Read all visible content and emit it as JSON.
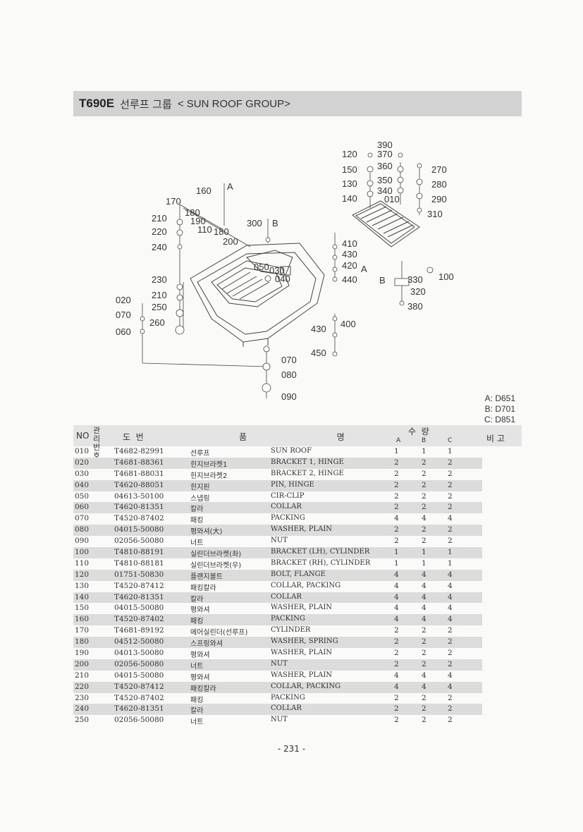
{
  "title": {
    "code": "T690E",
    "korean": "선루프 그룹",
    "english": "< SUN ROOF GROUP>"
  },
  "legend": [
    "A: D651",
    "B: D701",
    "C: D851"
  ],
  "header": {
    "no": "NO",
    "ref": "관리번호",
    "part_no": "도  번",
    "name": "품  명",
    "qty": "수  량",
    "a": "A",
    "b": "B",
    "c": "C",
    "remark": "비 고"
  },
  "callouts": [
    "390",
    "370",
    "360",
    "350",
    "340",
    "010",
    "120",
    "150",
    "130",
    "140",
    "270",
    "280",
    "290",
    "310",
    "160",
    "A",
    "170",
    "180",
    "190",
    "110",
    "180",
    "210",
    "220",
    "240",
    "300",
    "B",
    "200",
    "050",
    "030",
    "040",
    "410",
    "430",
    "420",
    "A",
    "440",
    "B",
    "330",
    "100",
    "320",
    "380",
    "230",
    "210",
    "250",
    "260",
    "020",
    "070",
    "060",
    "430",
    "400",
    "450",
    "070",
    "080",
    "090"
  ],
  "rows": [
    {
      "no": "010",
      "part": "T4682-82991",
      "kr": "선루프",
      "en": "SUN ROOF",
      "a": "1",
      "b": "1",
      "c": "1"
    },
    {
      "no": "020",
      "part": "T4681-88361",
      "kr": "힌지브라켓1",
      "en": "BRACKET 1, HINGE",
      "a": "2",
      "b": "2",
      "c": "2"
    },
    {
      "no": "030",
      "part": "T4681-88031",
      "kr": "힌지브라켓2",
      "en": "BRACKET 2, HINGE",
      "a": "2",
      "b": "2",
      "c": "2"
    },
    {
      "no": "040",
      "part": "T4620-88051",
      "kr": "힌지핀",
      "en": "PIN, HINGE",
      "a": "2",
      "b": "2",
      "c": "2"
    },
    {
      "no": "050",
      "part": "04613-50100",
      "kr": "스냅링",
      "en": "CIR-CLIP",
      "a": "2",
      "b": "2",
      "c": "2"
    },
    {
      "no": "060",
      "part": "T4620-81351",
      "kr": "칼라",
      "en": "COLLAR",
      "a": "2",
      "b": "2",
      "c": "2"
    },
    {
      "no": "070",
      "part": "T4520-87402",
      "kr": "패킹",
      "en": "PACKING",
      "a": "4",
      "b": "4",
      "c": "4"
    },
    {
      "no": "080",
      "part": "04015-50080",
      "kr": "평와셔(大)",
      "en": "WASHER, PLAIN",
      "a": "2",
      "b": "2",
      "c": "2"
    },
    {
      "no": "090",
      "part": "02056-50080",
      "kr": "너트",
      "en": "NUT",
      "a": "2",
      "b": "2",
      "c": "2"
    },
    {
      "no": "100",
      "part": "T4810-88191",
      "kr": "실린더브라켓(좌)",
      "en": "BRACKET (LH), CYLINDER",
      "a": "1",
      "b": "1",
      "c": "1"
    },
    {
      "no": "110",
      "part": "T4810-88181",
      "kr": "실린더브라켓(우)",
      "en": "BRACKET (RH), CYLINDER",
      "a": "1",
      "b": "1",
      "c": "1"
    },
    {
      "no": "120",
      "part": "01751-50830",
      "kr": "플랜지볼트",
      "en": "BOLT, FLANGE",
      "a": "4",
      "b": "4",
      "c": "4"
    },
    {
      "no": "130",
      "part": "T4520-87412",
      "kr": "패킹칼라",
      "en": "COLLAR, PACKING",
      "a": "4",
      "b": "4",
      "c": "4"
    },
    {
      "no": "140",
      "part": "T4620-81351",
      "kr": "칼라",
      "en": "COLLAR",
      "a": "4",
      "b": "4",
      "c": "4"
    },
    {
      "no": "150",
      "part": "04015-50080",
      "kr": "평와셔",
      "en": "WASHER, PLAIN",
      "a": "4",
      "b": "4",
      "c": "4"
    },
    {
      "no": "160",
      "part": "T4520-87402",
      "kr": "패킹",
      "en": "PACKING",
      "a": "4",
      "b": "4",
      "c": "4"
    },
    {
      "no": "170",
      "part": "T4681-89192",
      "kr": "에어실린더(선루프)",
      "en": "CYLINDER",
      "a": "2",
      "b": "2",
      "c": "2"
    },
    {
      "no": "180",
      "part": "04512-50080",
      "kr": "스프링와셔",
      "en": "WASHER, SPRING",
      "a": "2",
      "b": "2",
      "c": "2"
    },
    {
      "no": "190",
      "part": "04013-50080",
      "kr": "평와셔",
      "en": "WASHER, PLAIN",
      "a": "2",
      "b": "2",
      "c": "2"
    },
    {
      "no": "200",
      "part": "02056-50080",
      "kr": "너트",
      "en": "NUT",
      "a": "2",
      "b": "2",
      "c": "2"
    },
    {
      "no": "210",
      "part": "04015-50080",
      "kr": "평와셔",
      "en": "WASHER, PLAIN",
      "a": "4",
      "b": "4",
      "c": "4"
    },
    {
      "no": "220",
      "part": "T4520-87412",
      "kr": "패킹칼라",
      "en": "COLLAR, PACKING",
      "a": "4",
      "b": "4",
      "c": "4"
    },
    {
      "no": "230",
      "part": "T4520-87402",
      "kr": "패킹",
      "en": "PACKING",
      "a": "2",
      "b": "2",
      "c": "2"
    },
    {
      "no": "240",
      "part": "T4620-81351",
      "kr": "칼라",
      "en": "COLLAR",
      "a": "2",
      "b": "2",
      "c": "2"
    },
    {
      "no": "250",
      "part": "02056-50080",
      "kr": "너트",
      "en": "NUT",
      "a": "2",
      "b": "2",
      "c": "2"
    }
  ],
  "page": "- 231 -"
}
